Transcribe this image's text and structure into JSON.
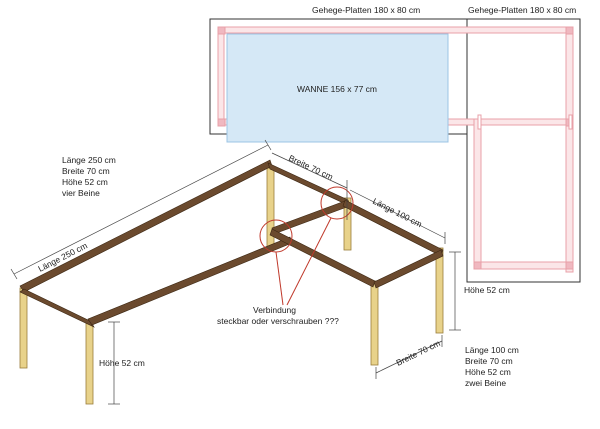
{
  "plates": {
    "left_label": "Gehege-Platten 180 x 80 cm",
    "right_label": "Gehege-Platten 180 x 80 cm",
    "tub_label": "WANNE 156 x 77 cm"
  },
  "table_long": {
    "spec_lines": [
      "Länge 250 cm",
      "Breite 70 cm",
      "Höhe 52 cm",
      "vier Beine"
    ],
    "length_label": "Länge 250 cm",
    "width_label": "Breite 70 cm",
    "height_label": "Höhe 52 cm"
  },
  "table_short": {
    "spec_lines": [
      "Länge 100 cm",
      "Breite 70 cm",
      "Höhe 52 cm",
      "zwei Beine"
    ],
    "length_label": "Länge 100 cm",
    "width_label": "Breite 70 cm",
    "height_label": "Höhe 52 cm"
  },
  "connection": {
    "title": "Verbindung",
    "subtitle": "steckbar oder verschrauben ???"
  },
  "colors": {
    "wood_top": "#6b4a2e",
    "wood_leg": "#e8d28a",
    "plate_frame": "#e8a0a8",
    "plate_fill": "#fbe6e8",
    "tub_fill": "#d5e8f6",
    "tub_stroke": "#9cc4e4",
    "connection_circle": "#c0392b"
  }
}
